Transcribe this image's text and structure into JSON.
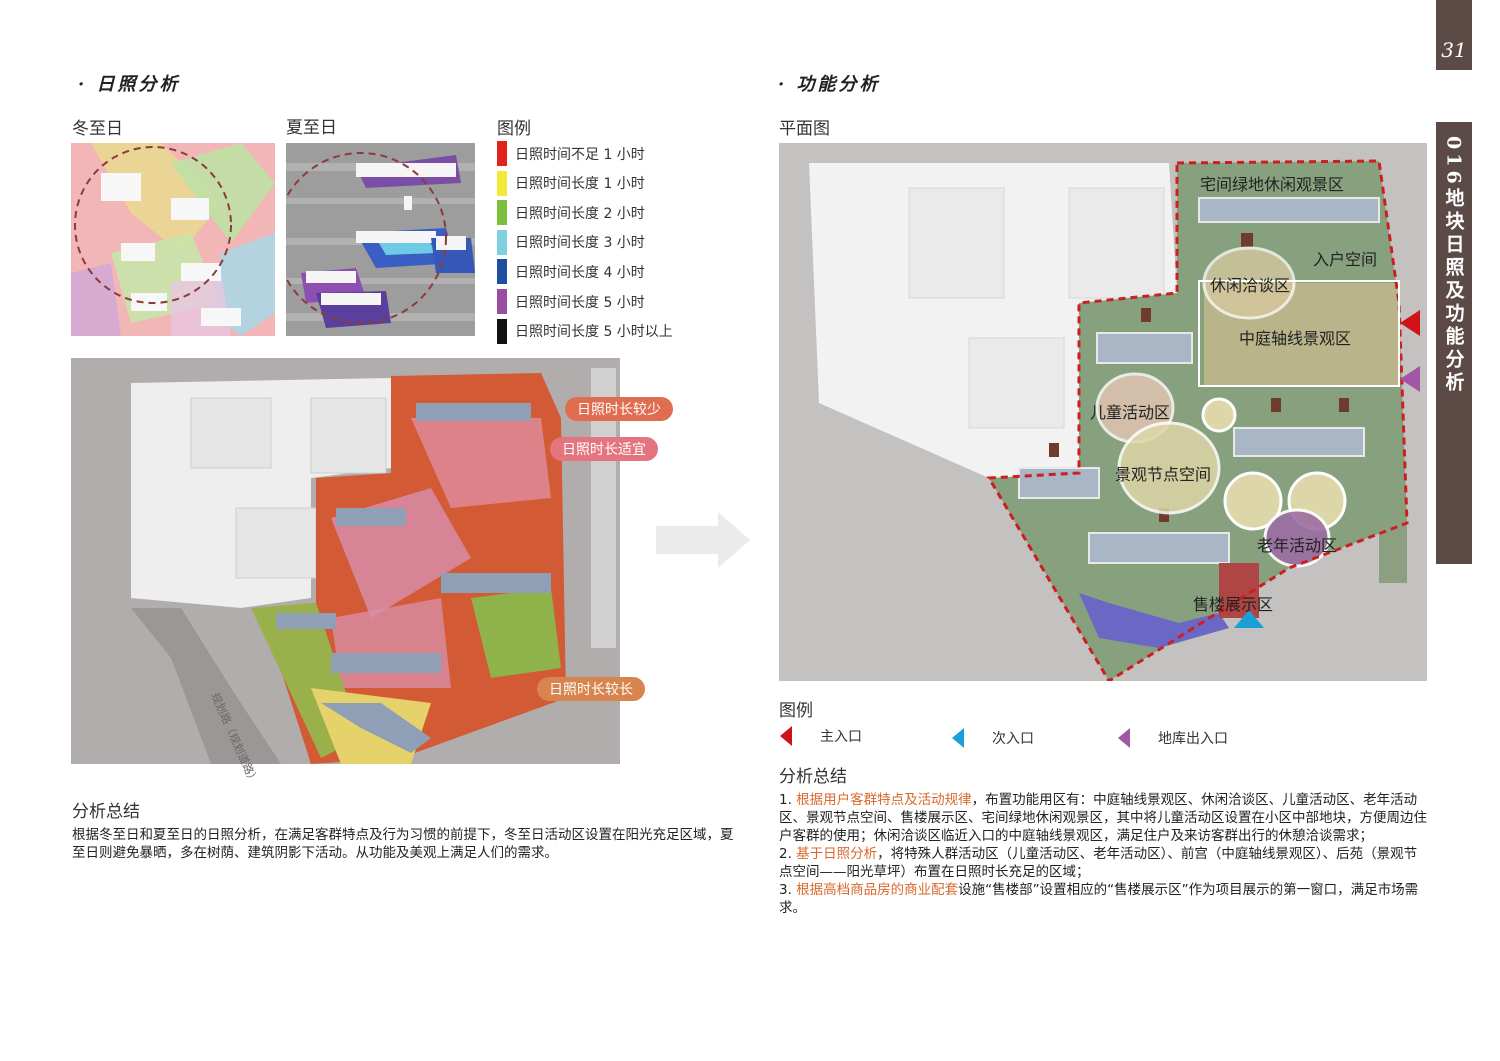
{
  "page": {
    "number": "31",
    "side_tab_title": "016地块日照及功能分析"
  },
  "sunlight": {
    "section_title": "· 日照分析",
    "winter_label": "冬至日",
    "summer_label": "夏至日",
    "legend_title": "图例",
    "legend": [
      {
        "color": "#e0231d",
        "label": "日照时间不足 1 小时"
      },
      {
        "color": "#f2ea3a",
        "label": "日照时间长度 1 小时"
      },
      {
        "color": "#7cbf3d",
        "label": "日照时间长度 2 小时"
      },
      {
        "color": "#7ecfe0",
        "label": "日照时间长度 3 小时"
      },
      {
        "color": "#1e4ea0",
        "label": "日照时间长度 4 小时"
      },
      {
        "color": "#9a4ea0",
        "label": "日照时间长度 5 小时"
      },
      {
        "color": "#111111",
        "label": "日照时间长度 5 小时以上"
      }
    ],
    "tags": {
      "less": "日照时长较少",
      "suitable": "日照时长适宜",
      "long": "日照时长较长"
    },
    "road_label": "规划路（规划道路）",
    "summary_title": "分析总结",
    "summary_text": "根据冬至日和夏至日的日照分析，在满足客群特点及行为习惯的前提下，冬至日活动区设置在阳光充足区域，夏至日则避免暴晒，多在树荫、建筑阴影下活动。从功能及美观上满足人们的需求。"
  },
  "function": {
    "section_title": "· 功能分析",
    "plan_label": "平面图",
    "zones": {
      "residential_green": "宅间绿地休闲观景区",
      "entrance_space": "入户空间",
      "leisure_talk": "休闲洽谈区",
      "central_axis": "中庭轴线景观区",
      "children": "儿童活动区",
      "landscape_node": "景观节点空间",
      "elderly": "老年活动区",
      "sales": "售楼展示区"
    },
    "legend_title": "图例",
    "legend": [
      {
        "color": "#d0121b",
        "label": "主入口"
      },
      {
        "color": "#1aa0d8",
        "label": "次入口"
      },
      {
        "color": "#a256a6",
        "label": "地库出入口"
      }
    ],
    "summary_title": "分析总结",
    "summary": [
      {
        "num": "1. ",
        "hl": "根据用户客群特点及活动规律",
        "rest": "，布置功能用区有：中庭轴线景观区、休闲洽谈区、儿童活动区、老年活动区、景观节点空间、售楼展示区、宅间绿地休闲观景区，其中将儿童活动区设置在小区中部地块，方便周边住户客群的使用；休闲洽谈区临近入口的中庭轴线景观区，满足住户及来访客群出行的休憩洽谈需求；"
      },
      {
        "num": "2. ",
        "hl": "基于日照分析",
        "rest": "，将特殊人群活动区（儿童活动区、老年活动区）、前宫（中庭轴线景观区）、后苑（景观节点空间——阳光草坪）布置在日照时长充足的区域；"
      },
      {
        "num": "3. ",
        "hl": "根据高档商品房的商业配套",
        "rest": "设施“售楼部”设置相应的“售楼展示区”作为项目展示的第一窗口，满足市场需求。"
      }
    ]
  }
}
